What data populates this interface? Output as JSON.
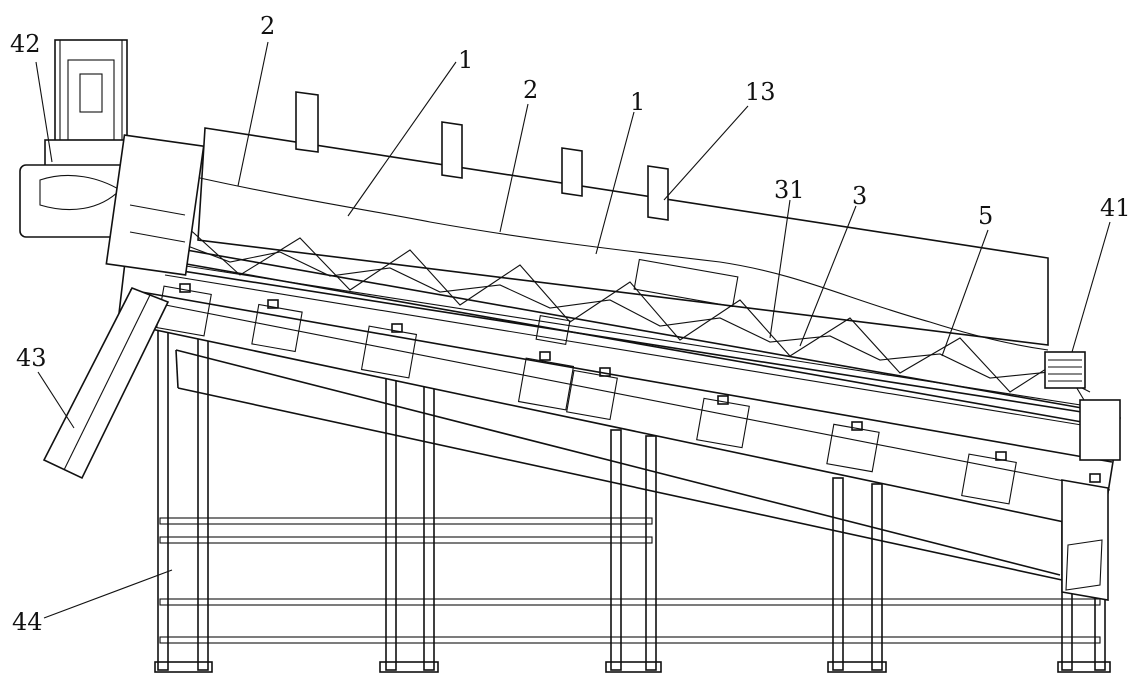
{
  "labels": {
    "l42": "42",
    "l2a": "2",
    "l1a": "1",
    "l2b": "2",
    "l1b": "1",
    "l13": "13",
    "l31": "31",
    "l3": "3",
    "l5": "5",
    "l41": "41",
    "l43": "43",
    "l44": "44"
  }
}
